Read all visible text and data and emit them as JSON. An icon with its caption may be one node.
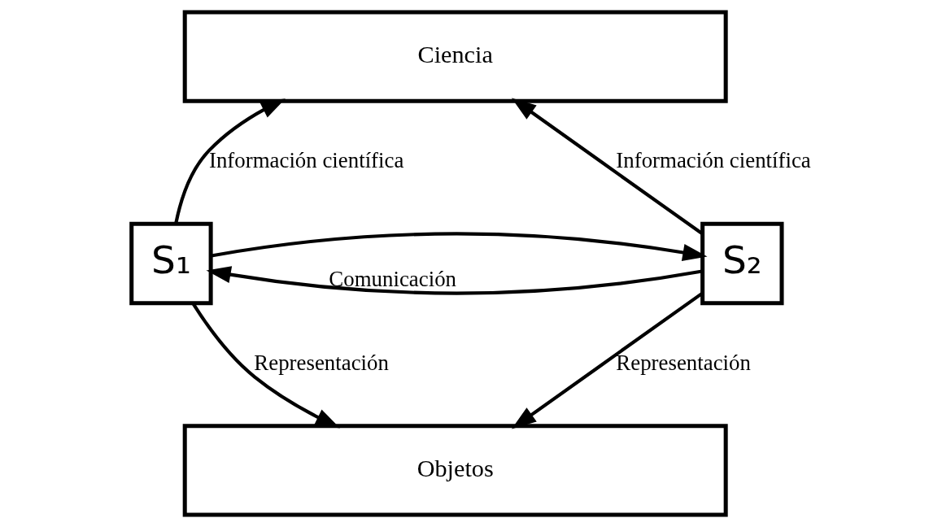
{
  "diagram": {
    "nodes": [
      {
        "text": [
          "Ciencia"
        ]
      },
      {
        "text": [
          "S₁"
        ]
      },
      {
        "text": [
          "S₂"
        ]
      },
      {
        "text": [
          "Objetos"
        ]
      }
    ],
    "edges": [
      {
        "from": 1,
        "to": 0,
        "arrow": "to",
        "label": "Información científica"
      },
      {
        "from": 2,
        "to": 0,
        "arrow": "to",
        "label": "Información científica"
      },
      {
        "from": 2,
        "to": 1,
        "arrow": "to",
        "label": "Comunicación"
      },
      {
        "from": 1,
        "to": 2,
        "arrow": "to"
      },
      {
        "from": 1,
        "to": 3,
        "arrow": "to",
        "label": "Representación"
      },
      {
        "from": 2,
        "to": 3,
        "arrow": "to",
        "label": "Representación"
      }
    ]
  }
}
